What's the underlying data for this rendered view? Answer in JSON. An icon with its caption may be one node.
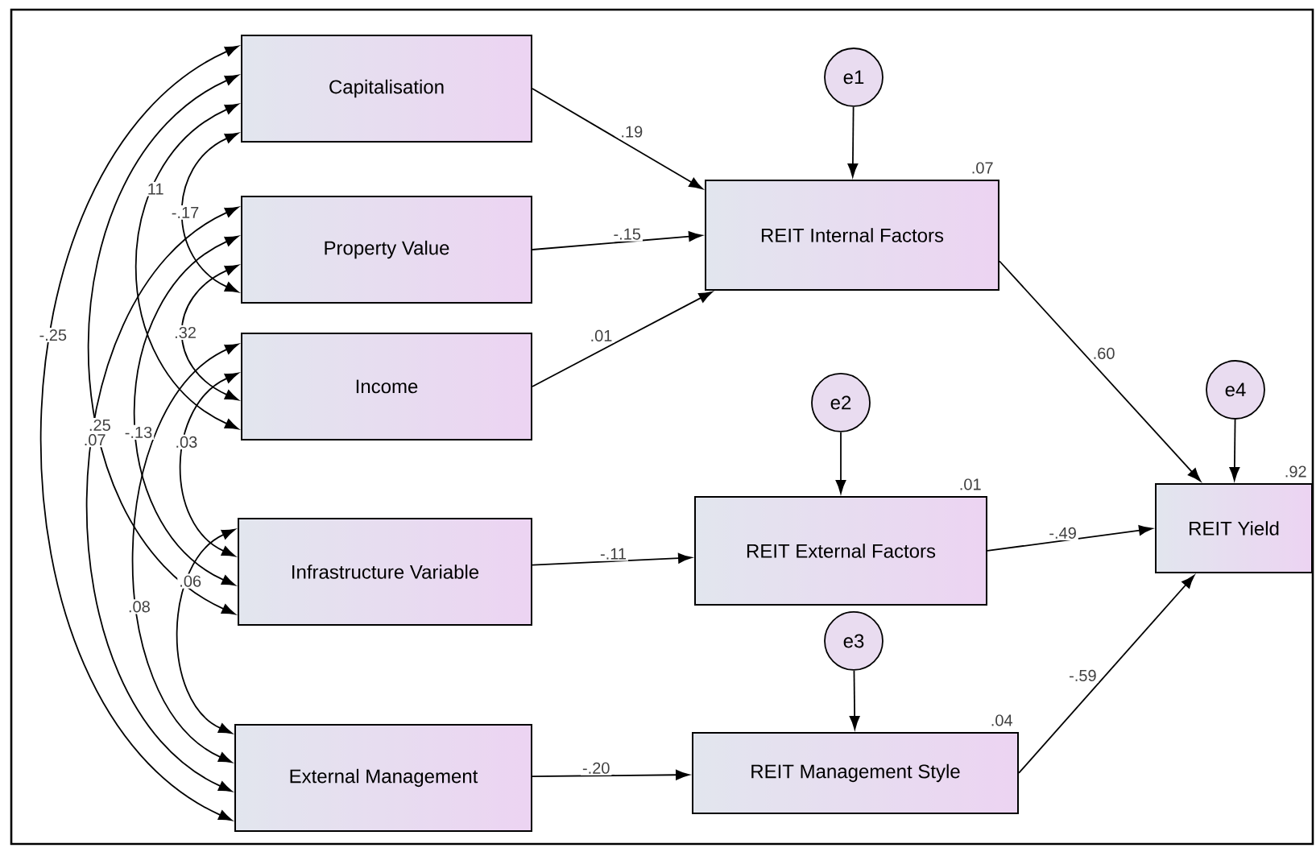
{
  "diagram": {
    "nodes": [
      {
        "text": [
          "Capitalisation"
        ]
      },
      {
        "text": [
          "Property Value"
        ]
      },
      {
        "text": [
          "Income"
        ]
      },
      {
        "text": [
          "Infrastructure Variable"
        ]
      },
      {
        "text": [
          "External Management"
        ]
      },
      {
        "text": [
          "e1"
        ]
      },
      {
        "text": [
          "REIT Internal Factors"
        ],
        "beside": [
          ".07"
        ]
      },
      {
        "text": [
          "e2"
        ]
      },
      {
        "text": [
          "REIT External Factors"
        ],
        "beside": [
          ".01"
        ]
      },
      {
        "text": [
          "e3"
        ]
      },
      {
        "text": [
          "REIT Management Style"
        ],
        "beside": [
          ".04"
        ]
      },
      {
        "text": [
          "e4"
        ]
      },
      {
        "text": [
          "REIT Yield"
        ],
        "beside": [
          ".92"
        ]
      }
    ],
    "edges": [
      {
        "from": 0,
        "to": 1,
        "arrow": "both",
        "label": "-.17"
      },
      {
        "from": 0,
        "to": 2,
        "arrow": "both",
        "label": "11"
      },
      {
        "from": 0,
        "to": 3,
        "arrow": "both",
        "label": ".25"
      },
      {
        "from": 0,
        "to": 4,
        "arrow": "both",
        "label": "-.25"
      },
      {
        "from": 1,
        "to": 2,
        "arrow": "both",
        "label": ".32"
      },
      {
        "from": 1,
        "to": 3,
        "arrow": "both",
        "label": "-.13"
      },
      {
        "from": 1,
        "to": 4,
        "arrow": "both",
        "label": ".07"
      },
      {
        "from": 2,
        "to": 3,
        "arrow": "both",
        "label": ".03"
      },
      {
        "from": 2,
        "to": 4,
        "arrow": "both",
        "label": ".08"
      },
      {
        "from": 3,
        "to": 4,
        "arrow": "both",
        "label": ".06"
      },
      {
        "from": 0,
        "to": 6,
        "arrow": "to",
        "label": ".19"
      },
      {
        "from": 1,
        "to": 6,
        "arrow": "to",
        "label": "-.15"
      },
      {
        "from": 2,
        "to": 6,
        "arrow": "to",
        "label": ".01"
      },
      {
        "from": 5,
        "to": 6,
        "arrow": "to"
      },
      {
        "from": 3,
        "to": 8,
        "arrow": "to",
        "label": "-.11"
      },
      {
        "from": 7,
        "to": 8,
        "arrow": "to"
      },
      {
        "from": 4,
        "to": 10,
        "arrow": "to",
        "label": "-.20"
      },
      {
        "from": 9,
        "to": 10,
        "arrow": "to"
      },
      {
        "from": 6,
        "to": 12,
        "arrow": "to",
        "label": ".60"
      },
      {
        "from": 8,
        "to": 12,
        "arrow": "to",
        "label": "-.49"
      },
      {
        "from": 10,
        "to": 12,
        "arrow": "to",
        "label": "-.59"
      },
      {
        "from": 11,
        "to": 12,
        "arrow": "to"
      }
    ]
  }
}
